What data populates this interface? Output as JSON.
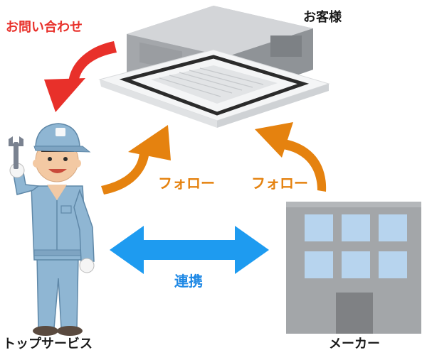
{
  "labels": {
    "inquiry": "お問い合わせ",
    "customer": "お客様",
    "follow_left": "フォロー",
    "follow_right": "フォロー",
    "cooperation": "連携",
    "service_company": "トップサービス",
    "manufacturer": "メーカー"
  },
  "colors": {
    "inquiry_arrow": "#e8302a",
    "follow_arrow": "#e5820f",
    "cooperation_arrow": "#1e9bf0",
    "worker_uniform": "#8fb6d3",
    "building": "#9ea1a4",
    "building_window": "#b7d4ee"
  }
}
